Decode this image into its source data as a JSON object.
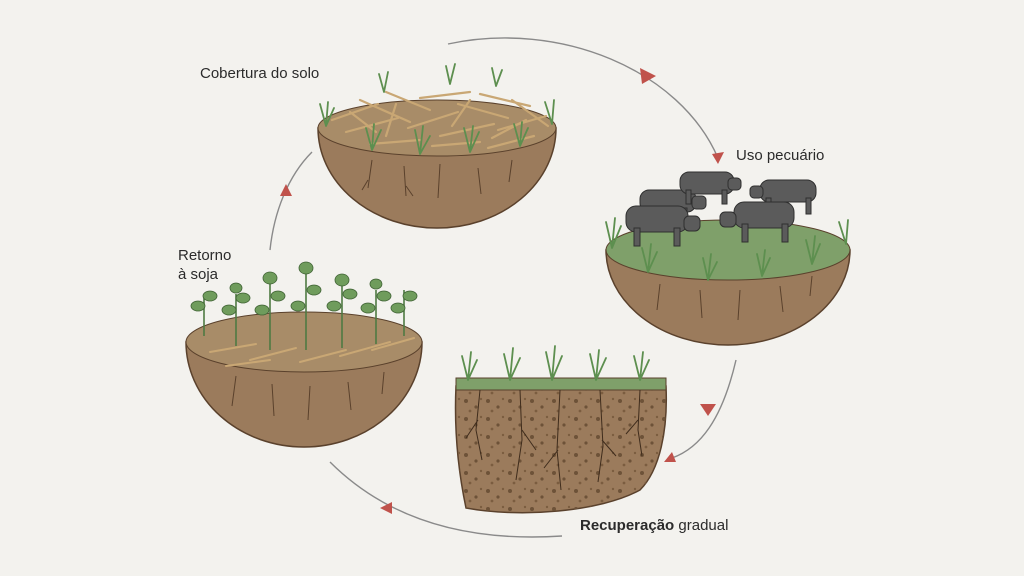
{
  "colors": {
    "background": "#f3f2ee",
    "soil": "#9b7b5c",
    "soil_dark": "#5a412c",
    "straw": "#c9a774",
    "grass": "#5d8f4f",
    "soy_leaf": "#6f9c5c",
    "cattle": "#5b5b5b",
    "arrow": "#8a8a8a",
    "arrow_head": "#c0524b"
  },
  "labels": {
    "cobertura": "Cobertura do solo",
    "uso": "Uso pecuário",
    "recuperacao_bold": "Recuperação",
    "recuperacao_rest": " gradual",
    "retorno_1": "Retorno",
    "retorno_2": "à soja"
  }
}
